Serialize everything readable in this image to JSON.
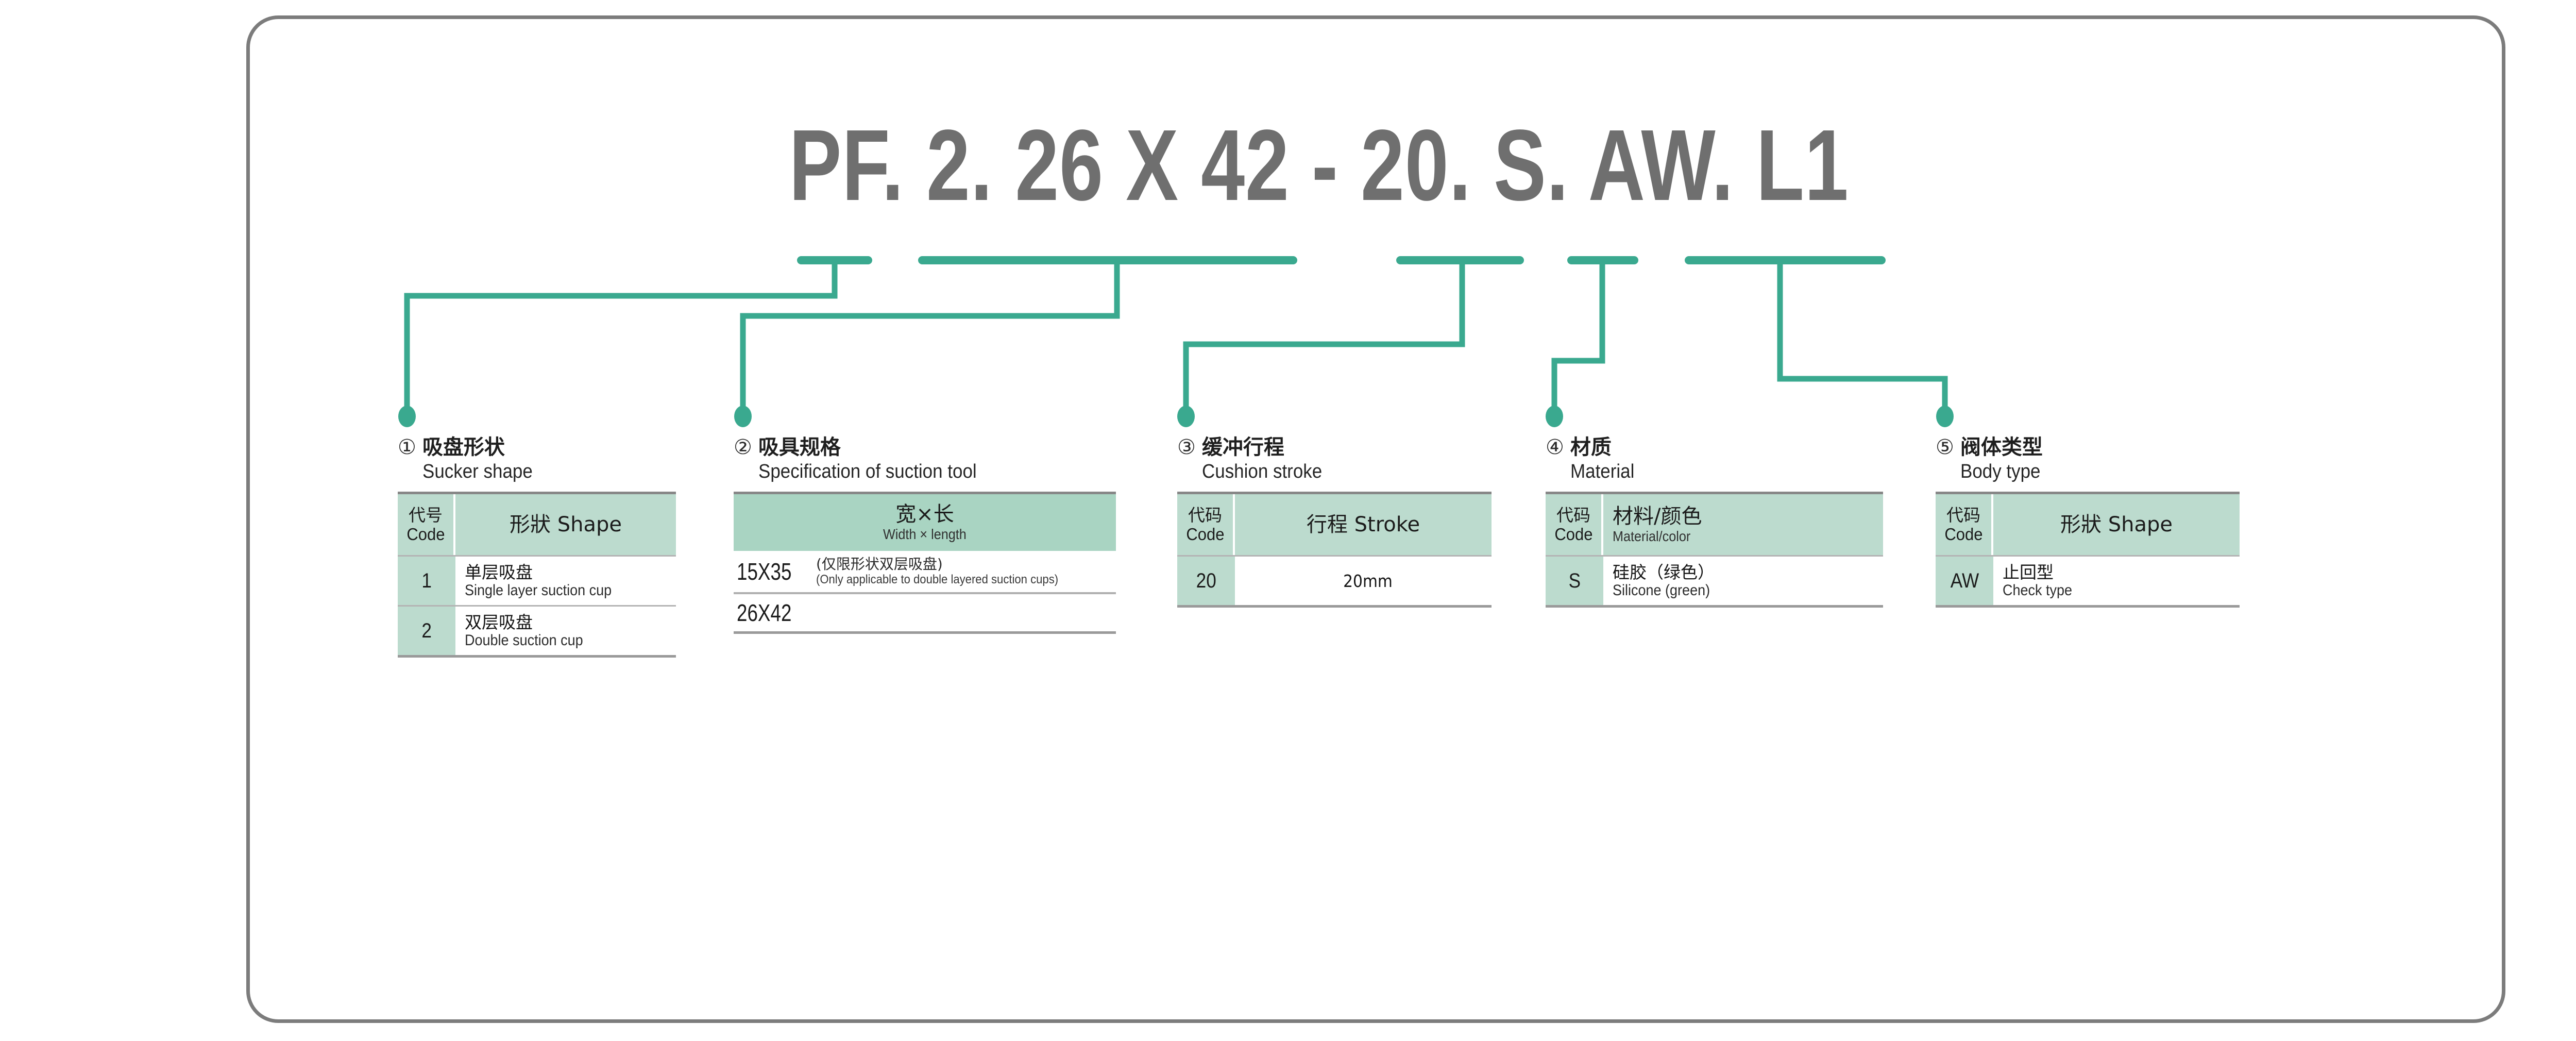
{
  "product_code": "PF. 2. 26 X 42 - 20. S. AW. L1",
  "colors": {
    "leader_line": "#3aa98f",
    "table_header_green": "#bcdbce",
    "spec_header_green": "#a9d4c2",
    "code_text_gray": "#6f6f6f",
    "frame_border": "#7c7c7c"
  },
  "sections": [
    {
      "marker": "①",
      "title_cn": "吸盘形状",
      "title_en": "Sucker shape",
      "header": {
        "code_cn": "代号",
        "code_en": "Code",
        "desc": "形狀 Shape"
      },
      "rows": [
        {
          "code": "1",
          "desc_cn": "单层吸盘",
          "desc_en": "Single layer suction cup"
        },
        {
          "code": "2",
          "desc_cn": "双层吸盘",
          "desc_en": "Double suction cup"
        }
      ]
    },
    {
      "marker": "②",
      "title_cn": "吸具规格",
      "title_en": "Specification of suction tool",
      "header": {
        "main_cn": "宽×长",
        "sub_en": "Width × length"
      },
      "spec_rows": [
        {
          "size": "15X35",
          "note_cn": "(仅限形状双层吸盘)",
          "note_en": "(Only applicable to double layered suction cups)"
        },
        {
          "size": "26X42",
          "note_cn": "",
          "note_en": ""
        }
      ]
    },
    {
      "marker": "③",
      "title_cn": "缓冲行程",
      "title_en": "Cushion stroke",
      "header": {
        "code_cn": "代码",
        "code_en": "Code",
        "desc": "行程 Stroke"
      },
      "rows": [
        {
          "code": "20",
          "desc_cn": "20mm",
          "desc_en": ""
        }
      ]
    },
    {
      "marker": "④",
      "title_cn": "材质",
      "title_en": "Material",
      "header": {
        "code_cn": "代码",
        "code_en": "Code",
        "desc_cn": "材料/颜色",
        "desc_en": "Material/color"
      },
      "rows": [
        {
          "code": "S",
          "desc_cn": "硅胶（绿色）",
          "desc_en": "Silicone (green)"
        }
      ]
    },
    {
      "marker": "⑤",
      "title_cn": "阀体类型",
      "title_en": "Body type",
      "header": {
        "code_cn": "代码",
        "code_en": "Code",
        "desc": "形狀 Shape"
      },
      "rows": [
        {
          "code": "AW",
          "desc_cn": "止回型",
          "desc_en": "Check type"
        }
      ]
    }
  ]
}
